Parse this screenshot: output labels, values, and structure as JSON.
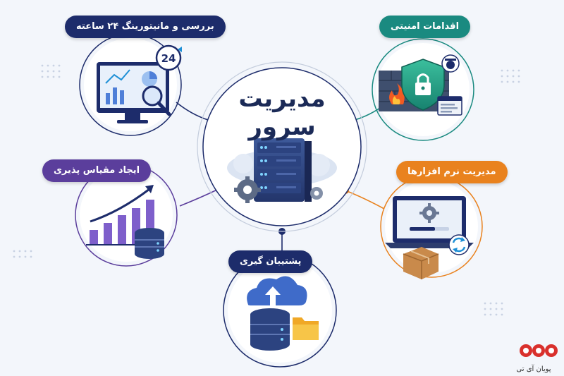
{
  "center": {
    "line1": "مدیریت",
    "line2": "سرور"
  },
  "nodes": [
    {
      "key": "monitoring",
      "label": "بررسی و مانیتورینگ ۲۴ ساعته",
      "color": "#1d2c6b"
    },
    {
      "key": "security",
      "label": "اقدامات امنیتی",
      "color": "#1a8a80"
    },
    {
      "key": "scalability",
      "label": "ایجاد مقیاس پذیری",
      "color": "#5b3e9c"
    },
    {
      "key": "software",
      "label": "مدیریت نرم افزارها",
      "color": "#e9821e"
    },
    {
      "key": "backup",
      "label": "پشتیبان گیری",
      "color": "#1d2c6b"
    }
  ],
  "monitor_badge": "24",
  "brand": {
    "text": "پویان آی تی"
  }
}
